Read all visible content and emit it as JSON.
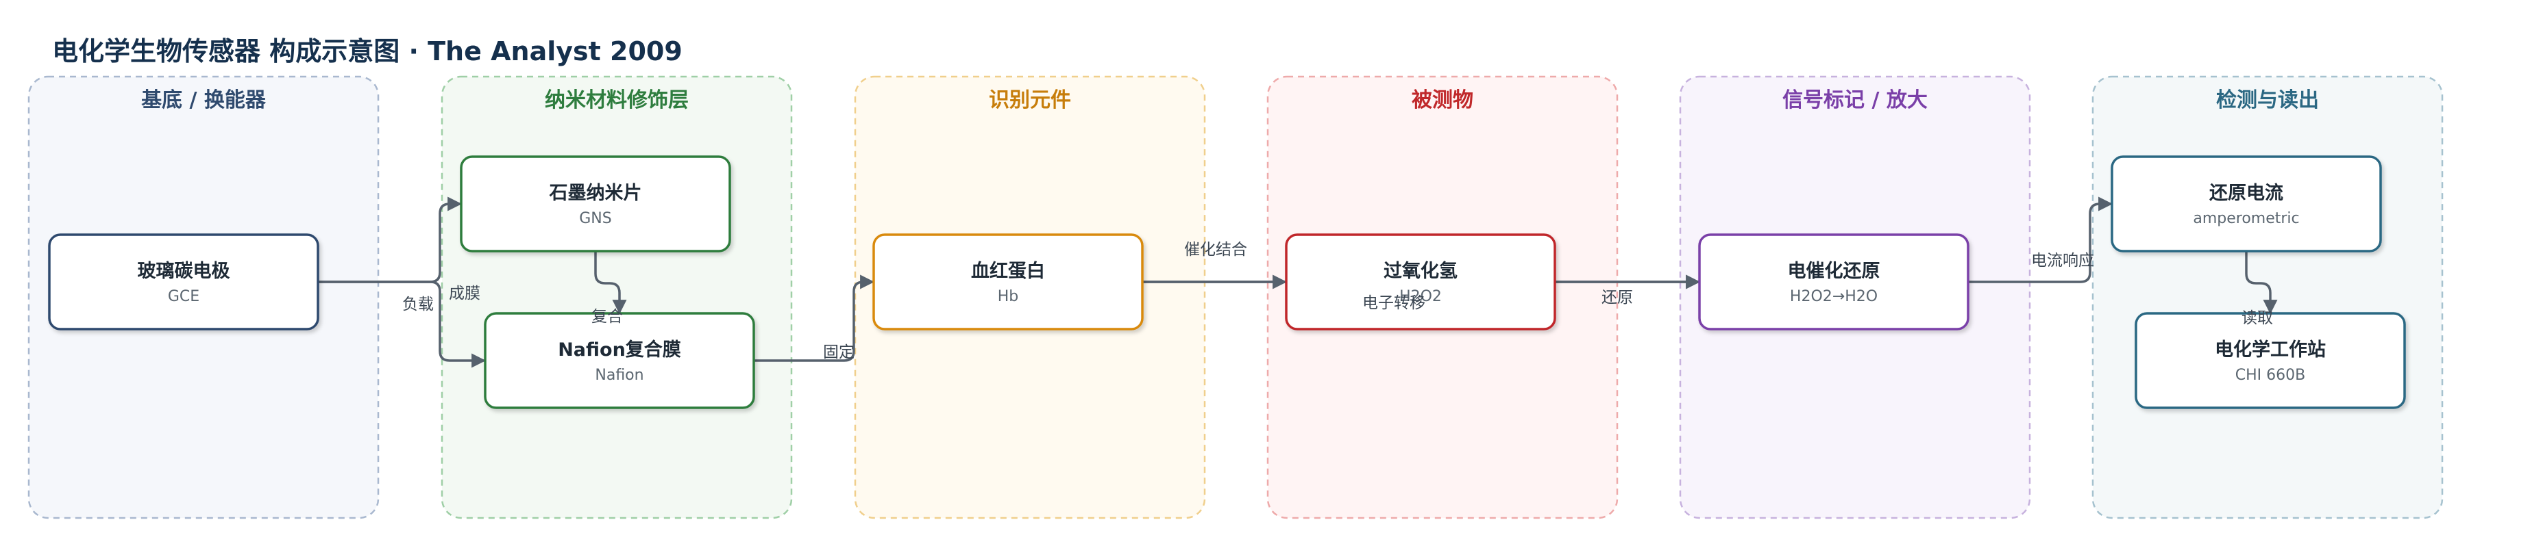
{
  "title": "电化学生物传感器 构成示意图 · The Analyst 2009",
  "lanes": [
    {
      "id": "substrate",
      "title": "基底 / 换能器",
      "color": "#2f4a6e",
      "fill": "#f5f7fb",
      "border": "#a9b8cf"
    },
    {
      "id": "nano",
      "title": "纳米材料修饰层",
      "color": "#2e7d3e",
      "fill": "#f3f9f3",
      "border": "#9fcfa6"
    },
    {
      "id": "recog",
      "title": "识别元件",
      "color": "#c77d0a",
      "fill": "#fffaf0",
      "border": "#f0cf8c"
    },
    {
      "id": "analyte",
      "title": "被测物",
      "color": "#c0282a",
      "fill": "#fff4f4",
      "border": "#eeaaaa"
    },
    {
      "id": "signal",
      "title": "信号标记 / 放大",
      "color": "#7a3fa8",
      "fill": "#f8f4fc",
      "border": "#c7b2de"
    },
    {
      "id": "readout",
      "title": "检测与读出",
      "color": "#2b6883",
      "fill": "#f4f8f9",
      "border": "#a6c2cf"
    }
  ],
  "nodes": [
    {
      "id": "gce",
      "lane": "substrate",
      "title": "玻璃碳电极",
      "sub": "GCE",
      "border": "#2f4a6e"
    },
    {
      "id": "gns",
      "lane": "nano",
      "title": "石墨纳米片",
      "sub": "GNS",
      "border": "#2e7d3e"
    },
    {
      "id": "nafion",
      "lane": "nano",
      "title": "Nafion复合膜",
      "sub": "Nafion",
      "border": "#2e7d3e"
    },
    {
      "id": "hb",
      "lane": "recog",
      "title": "血红蛋白",
      "sub": "Hb",
      "border": "#d98a0c"
    },
    {
      "id": "h2o2",
      "lane": "analyte",
      "title": "过氧化氢",
      "sub": "H2O2",
      "border": "#c0282a"
    },
    {
      "id": "ecr",
      "lane": "signal",
      "title": "电催化还原",
      "sub": "H2O2→H2O",
      "border": "#7a3fa8"
    },
    {
      "id": "current",
      "lane": "readout",
      "title": "还原电流",
      "sub": "amperometric",
      "border": "#2b6883"
    },
    {
      "id": "chi",
      "lane": "readout",
      "title": "电化学工作站",
      "sub": "CHI 660B",
      "border": "#2b6883"
    }
  ],
  "edges": [
    {
      "from": "gce",
      "to": "gns",
      "label": "成膜"
    },
    {
      "from": "gce",
      "to": "nafion",
      "label": "负载"
    },
    {
      "from": "gns",
      "to": "nafion",
      "label": "复合"
    },
    {
      "from": "nafion",
      "to": "hb",
      "label": "固定"
    },
    {
      "from": "hb",
      "to": "h2o2",
      "label": "催化结合"
    },
    {
      "from": "hb",
      "to": "ecr",
      "label": "电子转移"
    },
    {
      "from": "h2o2",
      "to": "ecr",
      "label": "还原"
    },
    {
      "from": "ecr",
      "to": "current",
      "label": "电流响应"
    },
    {
      "from": "current",
      "to": "chi",
      "label": "读取"
    }
  ]
}
